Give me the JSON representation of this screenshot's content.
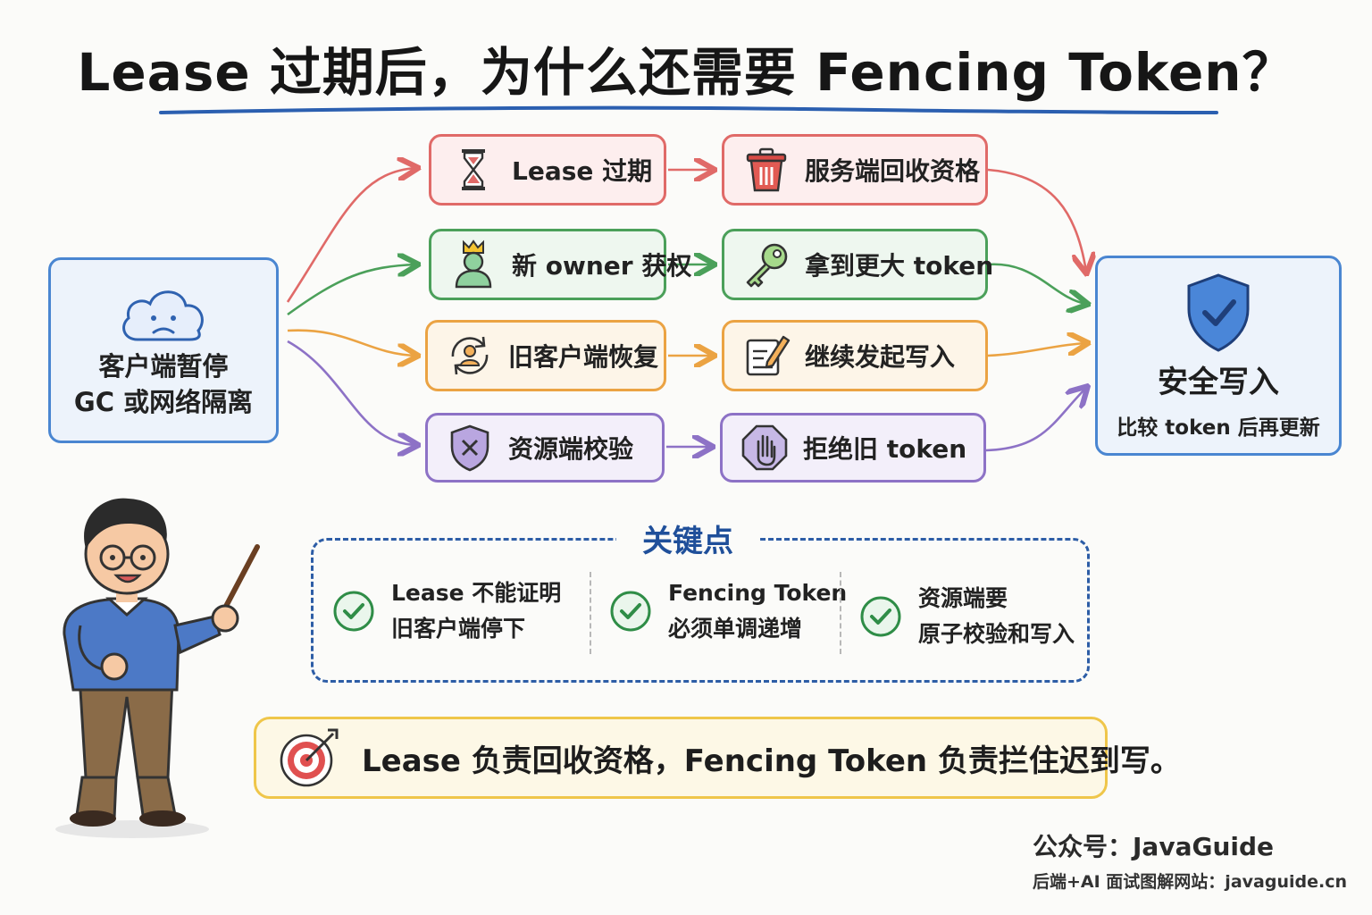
{
  "title": "Lease 过期后，为什么还需要 Fencing Token？",
  "client": {
    "line1": "客户端暂停",
    "line2": "GC 或网络隔离",
    "icon": "sad-cloud-icon"
  },
  "flows": [
    {
      "step1": "Lease 过期",
      "icon1": "hourglass-icon",
      "step2": "服务端回收资格",
      "icon2": "trash-icon",
      "color": "#e06a68"
    },
    {
      "step1": "新 owner 获权",
      "icon1": "crowned-user-icon",
      "step2": "拿到更大 token",
      "icon2": "key-icon",
      "color": "#4ba05a"
    },
    {
      "step1": "旧客户端恢复",
      "icon1": "user-refresh-icon",
      "step2": "继续发起写入",
      "icon2": "edit-note-icon",
      "color": "#eba343"
    },
    {
      "step1": "资源端校验",
      "icon1": "shield-x-icon",
      "step2": "拒绝旧 token",
      "icon2": "stop-hand-icon",
      "color": "#8d72c6"
    }
  ],
  "result": {
    "title": "安全写入",
    "subtitle": "比较 token 后再更新",
    "icon": "shield-check-icon",
    "color": "#4a86d1"
  },
  "key_points": {
    "title": "关键点",
    "items": [
      {
        "line1": "Lease 不能证明",
        "line2": "旧客户端停下"
      },
      {
        "line1": "Fencing Token",
        "line2": "必须单调递增"
      },
      {
        "line1": "资源端要",
        "line2": "原子校验和写入"
      }
    ]
  },
  "summary": {
    "text": "Lease 负责回收资格，Fencing Token 负责拦住迟到写。",
    "icon": "target-icon"
  },
  "footer": {
    "line1": "公众号：JavaGuide",
    "line2": "后端+AI 面试图解网站：javaguide.cn"
  }
}
